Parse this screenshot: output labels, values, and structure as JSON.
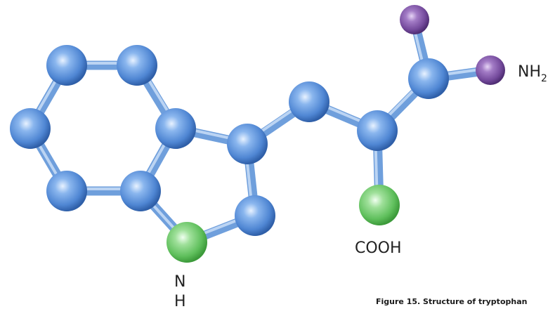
{
  "molecule": {
    "caption": "Figure 15. Structure of tryptophan",
    "labels": {
      "amine": "NH",
      "amine_subscript": "2",
      "carboxyl": "COOH",
      "ring_n": "N",
      "ring_h": "H"
    },
    "colors": {
      "carbon": "#5a8fd6",
      "bond": "#7aa7e0",
      "nitrogen": "#6ec46e",
      "hydrogen": "#7d4f9e",
      "text": "#222222"
    }
  }
}
